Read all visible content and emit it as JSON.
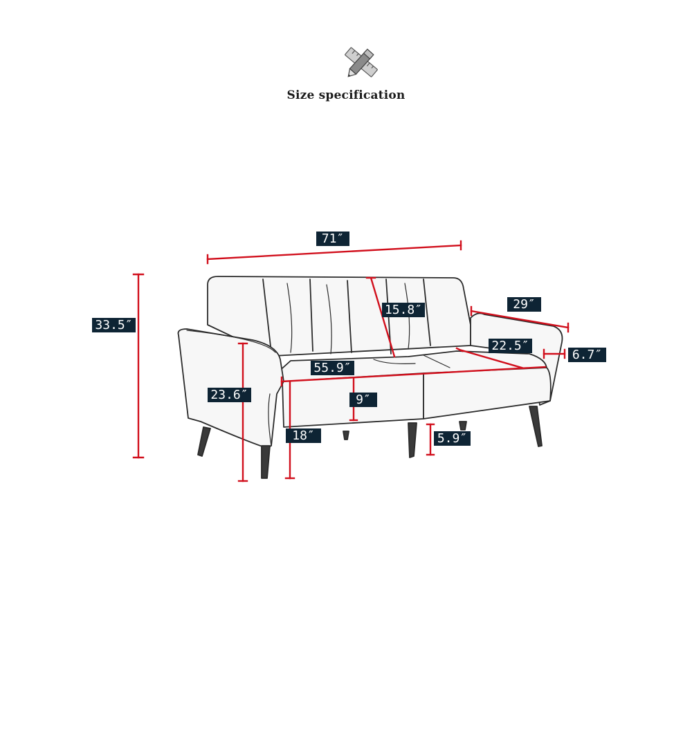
{
  "header": {
    "icon": "ruler-pencil-icon",
    "title": "Size specification"
  },
  "dimensions": {
    "overall_width": "71″",
    "overall_depth": "29″",
    "overall_height": "33.5″",
    "arm_height": "23.6″",
    "back_height": "15.8″",
    "seat_depth": "22.5″",
    "arm_width": "6.7″",
    "seat_width": "55.9″",
    "cushion_thickness": "9″",
    "seat_height": "18″",
    "leg_height": "5.9″"
  },
  "colors": {
    "dimension_line": "#d10f1c",
    "label_background": "#0e2434",
    "label_text": "#ffffff",
    "sketch_line": "#2a2a2a"
  }
}
